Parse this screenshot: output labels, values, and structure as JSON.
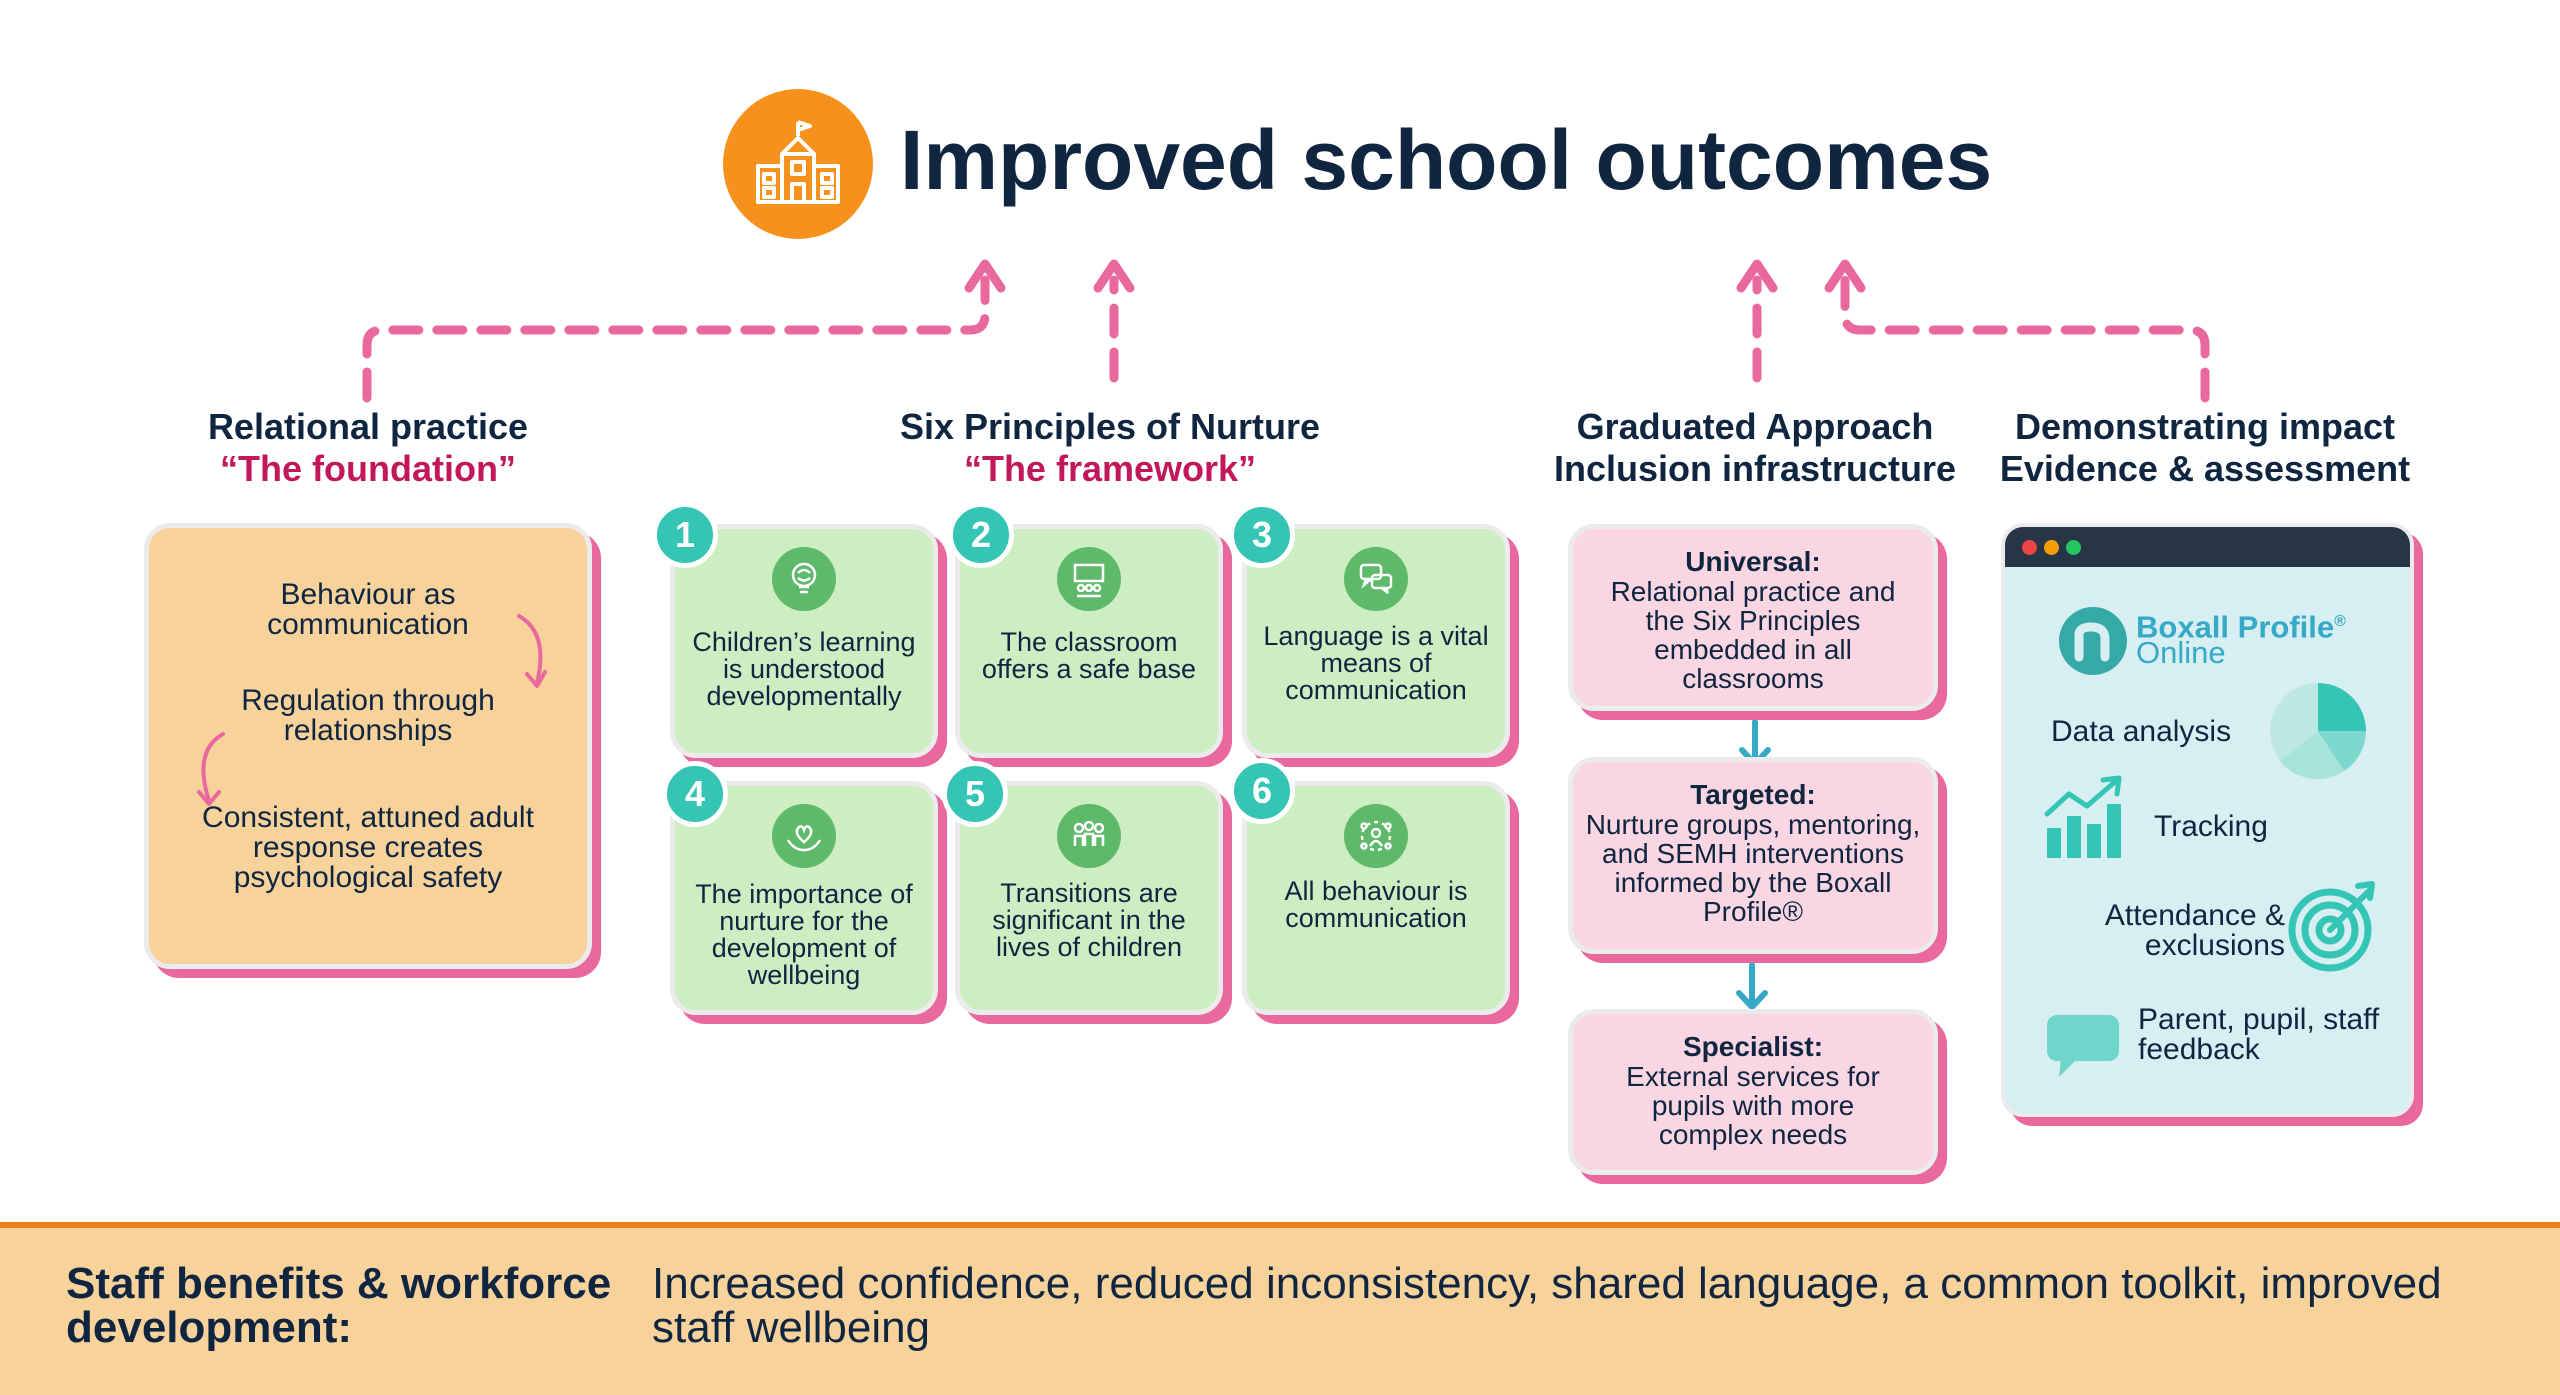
{
  "title": "Improved school outcomes",
  "colors": {
    "navy": "#0f2540",
    "orange": "#f7911e",
    "pink_connector": "#e9689e",
    "teal": "#35c5b5",
    "green_card": "#cdedc3",
    "peach_card": "#f7d29b",
    "pink_card": "#f9d6e2",
    "blue_panel": "#d7eef3"
  },
  "relational": {
    "heading": "Relational practice",
    "subheading": "“The foundation”",
    "items": [
      "Behaviour as communication",
      "Regulation through relationships",
      "Consistent, attuned adult response creates psychological safety"
    ]
  },
  "principles": {
    "heading": "Six Principles of Nurture",
    "subheading": "“The framework”",
    "items": [
      {
        "number": "1",
        "text": "Children’s learning is understood developmentally",
        "icon": "brain-lightbulb-icon"
      },
      {
        "number": "2",
        "text": "The classroom offers a safe base",
        "icon": "classroom-icon"
      },
      {
        "number": "3",
        "text": "Language is a vital means of communication",
        "icon": "speech-bubbles-icon"
      },
      {
        "number": "4",
        "text": "The importance of nurture for the development of wellbeing",
        "icon": "heart-hands-icon"
      },
      {
        "number": "5",
        "text": "Transitions are significant in the lives of children",
        "icon": "group-transition-icon"
      },
      {
        "number": "6",
        "text": "All behaviour is communication",
        "icon": "people-network-icon"
      }
    ]
  },
  "graduated": {
    "heading": "Graduated Approach",
    "subheading": "Inclusion infrastructure",
    "tiers": [
      {
        "title": "Universal:",
        "body": "Relational practice and the Six Principles embedded in all classrooms"
      },
      {
        "title": "Targeted:",
        "body": "Nurture groups, mentoring, and SEMH interventions informed by the Boxall Profile®"
      },
      {
        "title": "Specialist:",
        "body": "External services for pupils with more complex needs"
      }
    ]
  },
  "impact": {
    "heading": "Demonstrating impact",
    "subheading": "Evidence & assessment",
    "brand_line1": "Boxall Profile",
    "brand_reg": "®",
    "brand_line2": "Online",
    "items": [
      {
        "label": "Data analysis",
        "icon": "pie-chart-icon"
      },
      {
        "label": "Tracking",
        "icon": "growth-chart-icon"
      },
      {
        "label": "Attendance & exclusions",
        "icon": "target-icon"
      },
      {
        "label": "Parent, pupil, staff feedback",
        "icon": "chat-bubble-icon"
      }
    ]
  },
  "footer": {
    "label": "Staff benefits & workforce development:",
    "text": "Increased confidence, reduced inconsistency, shared language, a common toolkit, improved staff wellbeing"
  }
}
